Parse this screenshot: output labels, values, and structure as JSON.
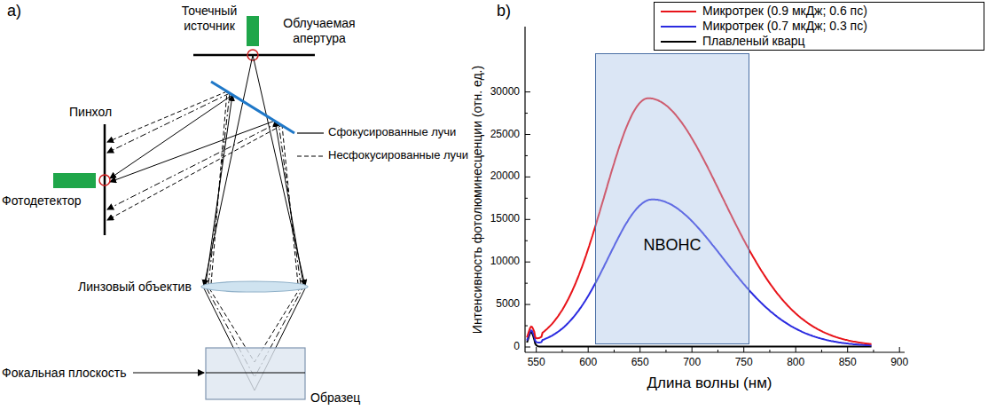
{
  "diagram": {
    "nodes": [
      {
        "text": [
          "NBOHC"
        ]
      }
    ],
    "labels": [
      "a)",
      "Точечный источник",
      "Облучаемая апертура",
      "Пинхол",
      "Фотодетектор",
      "Линзовый объектив",
      "Фокальная плоскость",
      "Образец",
      "b)",
      "Интенсивность фотолюминесценции (отн. ед.)",
      "30000",
      "25000",
      "20000",
      "15000",
      "10000",
      "5000",
      "0",
      "550",
      "600",
      "650",
      "700",
      "750",
      "800",
      "850",
      "900",
      "Длина волны (нм)"
    ],
    "legend": [
      {
        "text": "Сфокусированные лучи"
      },
      {
        "text": "Несфокусированные лучи"
      },
      {
        "text": "Микротрек (0.9 мкДж; 0.6 пс)"
      },
      {
        "text": "Микротрек (0.7 мкДж; 0.3 пс)"
      },
      {
        "text": "Плавленый кварц"
      }
    ]
  }
}
